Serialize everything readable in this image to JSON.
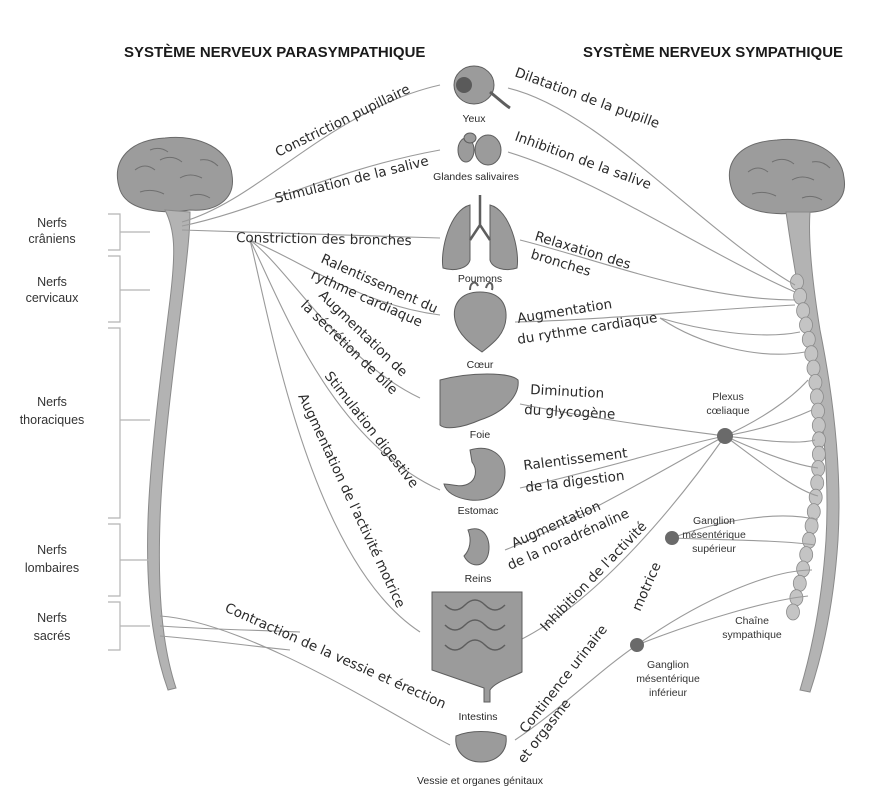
{
  "headers": {
    "parasympathetic": "SYSTÈME NERVEUX PARASYMPATHIQUE",
    "sympathetic": "SYSTÈME NERVEUX SYMPATHIQUE"
  },
  "nerve_sections": [
    {
      "line1": "Nerfs",
      "line2": "crâniens"
    },
    {
      "line1": "Nerfs",
      "line2": "cervicaux"
    },
    {
      "line1": "Nerfs",
      "line2": "thoraciques"
    },
    {
      "line1": "Nerfs",
      "line2": "lombaires"
    },
    {
      "line1": "Nerfs",
      "line2": "sacrés"
    }
  ],
  "organs": {
    "eyes": "Yeux",
    "salivary": "Glandes salivaires",
    "lungs": "Poumons",
    "heart": "Cœur",
    "liver": "Foie",
    "stomach": "Estomac",
    "kidneys": "Reins",
    "intestines": "Intestins",
    "bladder": "Vessie et organes génitaux"
  },
  "para_actions": {
    "pupil": "Constriction pupillaire",
    "saliva": "Stimulation de la salive",
    "bronchi": "Constriction des bronches",
    "heart_1": "Ralentissement du",
    "heart_2": "rythme cardiaque",
    "bile_1": "Augmentation de",
    "bile_2": "la sécrétion de bile",
    "digest": "Stimulation digestive",
    "motor": "Augmentation de l'activité motrice",
    "bladder": "Contraction de la vessie et érection"
  },
  "symp_actions": {
    "pupil": "Dilatation de la pupille",
    "saliva": "Inhibition de la salive",
    "bronchi_1": "Relaxation des",
    "bronchi_2": "bronches",
    "heart_1": "Augmentation",
    "heart_2": "du rythme cardiaque",
    "glyco_1": "Diminution",
    "glyco_2": "du glycogène",
    "digest_1": "Ralentissement",
    "digest_2": "de la digestion",
    "nora_1": "Augmentation",
    "nora_2": "de la noradrénaline",
    "motor_1": "Inhibition de l'activité",
    "motor_2": "motrice",
    "bladder_1": "Continence urinaire",
    "bladder_2": "et orgasme"
  },
  "ganglia": {
    "celiac_1": "Plexus",
    "celiac_2": "cœliaque",
    "sup_1": "Ganglion",
    "sup_2": "mésentérique",
    "sup_3": "supérieur",
    "inf_1": "Ganglion",
    "inf_2": "mésentérique",
    "inf_3": "inférieur",
    "chain_1": "Chaîne",
    "chain_2": "sympathique"
  }
}
